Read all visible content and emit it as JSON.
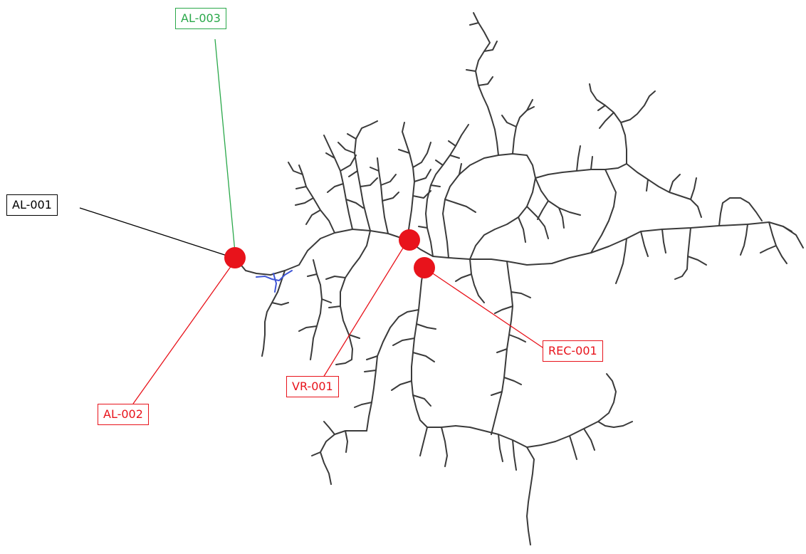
{
  "colors": {
    "network": "#3a3a3a",
    "feeder_highlight": "#3e55d6",
    "device_dot": "#e8131b",
    "black": "#000000",
    "red": "#e8131b",
    "green": "#2aa84a"
  },
  "devices": [
    {
      "id": "AL-001",
      "label": "AL-001",
      "color": "black",
      "icon": "circle-marker"
    },
    {
      "id": "AL-002",
      "label": "AL-002",
      "color": "red",
      "icon": "circle-marker"
    },
    {
      "id": "AL-003",
      "label": "AL-003",
      "color": "green",
      "icon": "circle-marker"
    },
    {
      "id": "VR-001",
      "label": "VR-001",
      "color": "red",
      "icon": "circle-marker"
    },
    {
      "id": "REC-001",
      "label": "REC-001",
      "color": "red",
      "icon": "circle-marker"
    }
  ]
}
